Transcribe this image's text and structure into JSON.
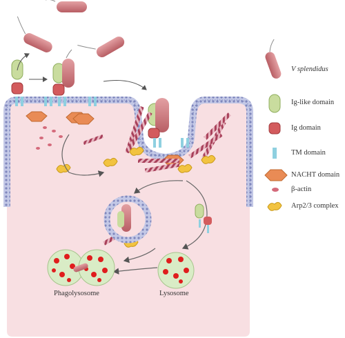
{
  "legend": {
    "pathogen": "V splendidus",
    "ig_like_domain": "Ig-like domain",
    "ig_domain": "Ig domain",
    "tm_domain": "TM domain",
    "nacht_domain": "NACHT domain",
    "beta_actin": "β-actin",
    "arp23_complex": "Arp2/3 complex"
  },
  "labels": {
    "phagolysosome": "Phagolysosome",
    "lysosome": "Lysosome"
  },
  "colors": {
    "cytoplasm": "#f8dfe2",
    "membrane": "#8f96c4",
    "bacterium": "#c97276",
    "ig_like": "#c9dc9e",
    "ig": "#d35b5d",
    "tm": "#8fd0e0",
    "nacht": "#e98b55",
    "actin": "#b0485a",
    "arp": "#f2c340",
    "lysosome_fill": "#d9ecc6",
    "red_dot": "#e01d1d"
  }
}
